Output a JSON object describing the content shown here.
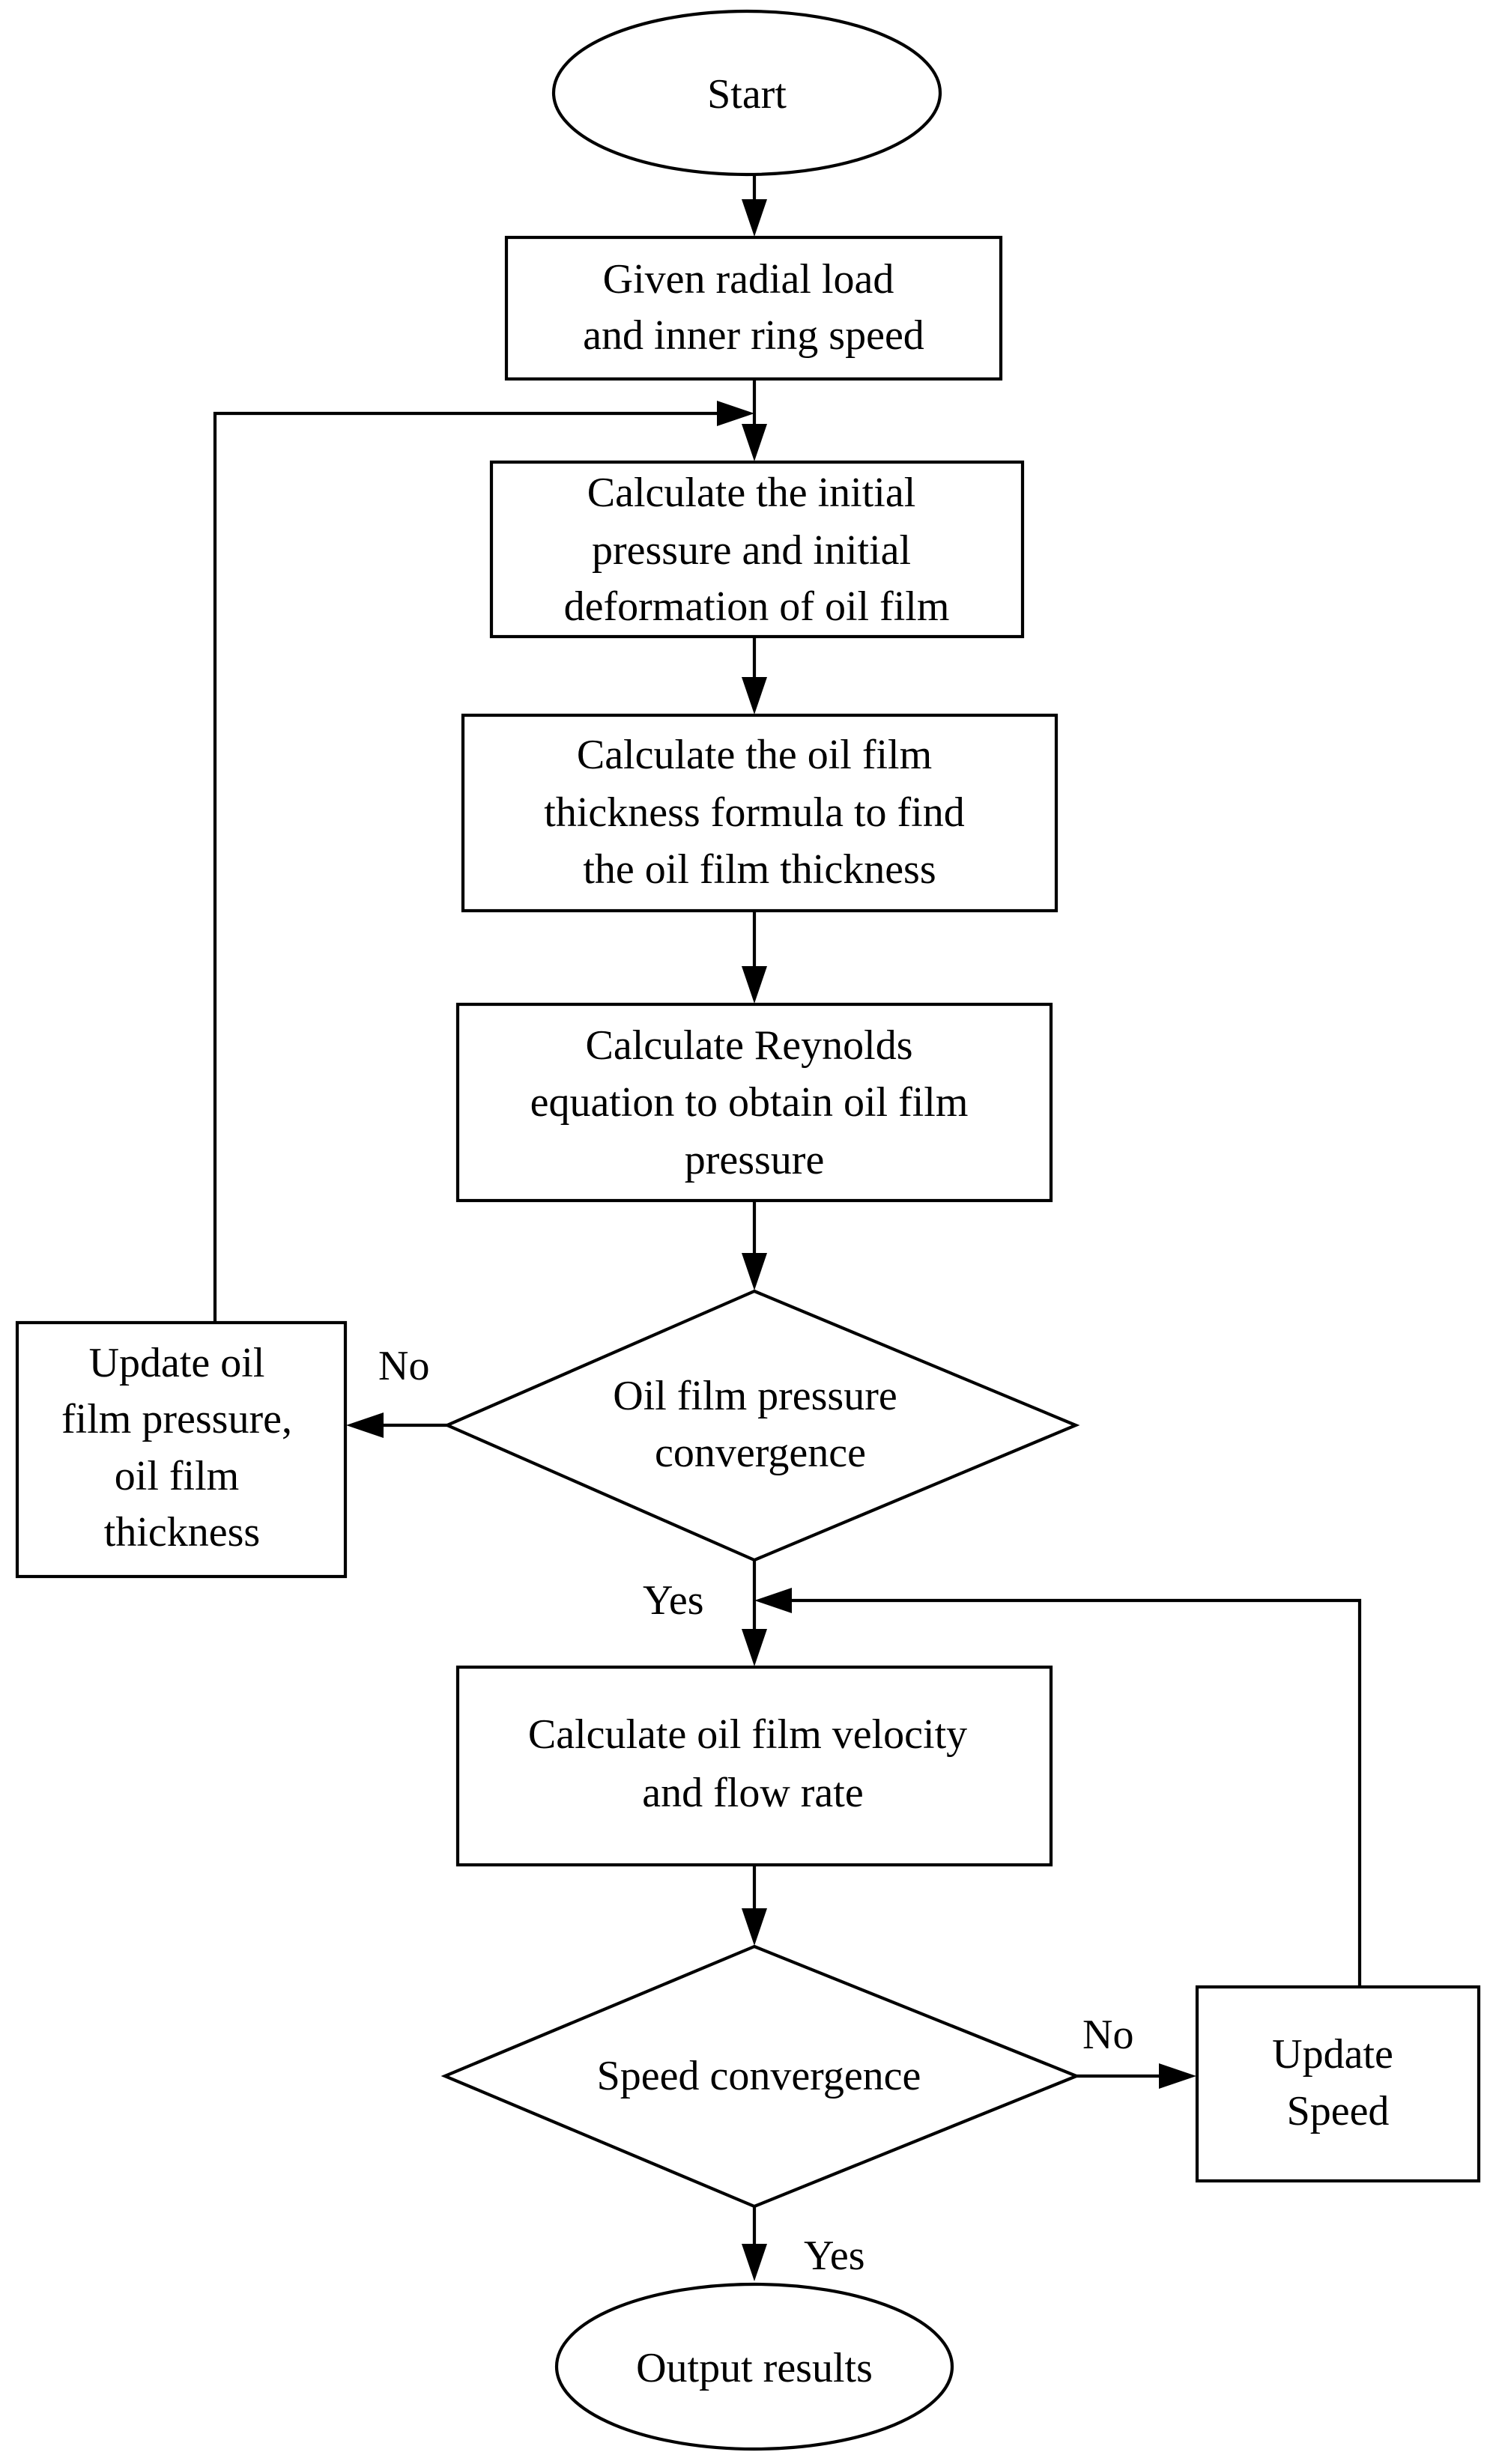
{
  "nodes": {
    "start": {
      "type": "terminal",
      "lines": [
        "Start"
      ]
    },
    "given_input": {
      "type": "process",
      "lines": [
        "Given radial load",
        "and inner ring speed"
      ]
    },
    "calc_initial": {
      "type": "process",
      "lines": [
        "Calculate the initial",
        "pressure and initial",
        "deformation of oil film"
      ]
    },
    "calc_thickness": {
      "type": "process",
      "lines": [
        "Calculate the oil film",
        "thickness formula to find",
        "the oil film thickness"
      ]
    },
    "calc_reynolds": {
      "type": "process",
      "lines": [
        "Calculate Reynolds",
        "equation to obtain oil film",
        "pressure"
      ]
    },
    "pressure_decision": {
      "type": "decision",
      "lines": [
        "Oil film pressure",
        "convergence"
      ]
    },
    "update_pressure": {
      "type": "process",
      "lines": [
        "Update oil",
        "film pressure,",
        "oil film",
        "thickness"
      ]
    },
    "calc_velocity": {
      "type": "process",
      "lines": [
        "Calculate oil film velocity",
        "and flow rate"
      ]
    },
    "speed_decision": {
      "type": "decision",
      "lines": [
        "Speed convergence"
      ]
    },
    "update_speed": {
      "type": "process",
      "lines": [
        "Update",
        "Speed"
      ]
    },
    "output": {
      "type": "terminal",
      "lines": [
        "Output results"
      ]
    }
  },
  "edges": [
    {
      "from": "start",
      "to": "given_input",
      "label": ""
    },
    {
      "from": "given_input",
      "to": "calc_initial",
      "label": ""
    },
    {
      "from": "calc_initial",
      "to": "calc_thickness",
      "label": ""
    },
    {
      "from": "calc_thickness",
      "to": "calc_reynolds",
      "label": ""
    },
    {
      "from": "calc_reynolds",
      "to": "pressure_decision",
      "label": ""
    },
    {
      "from": "pressure_decision",
      "to": "update_pressure",
      "label": "No"
    },
    {
      "from": "update_pressure",
      "to": "calc_initial",
      "label": ""
    },
    {
      "from": "pressure_decision",
      "to": "calc_velocity",
      "label": "Yes"
    },
    {
      "from": "calc_velocity",
      "to": "speed_decision",
      "label": ""
    },
    {
      "from": "speed_decision",
      "to": "update_speed",
      "label": "No"
    },
    {
      "from": "update_speed",
      "to": "calc_velocity",
      "label": ""
    },
    {
      "from": "speed_decision",
      "to": "output",
      "label": "Yes"
    }
  ],
  "colors": {
    "stroke": "#000000",
    "fill": "#ffffff",
    "text": "#000000"
  }
}
